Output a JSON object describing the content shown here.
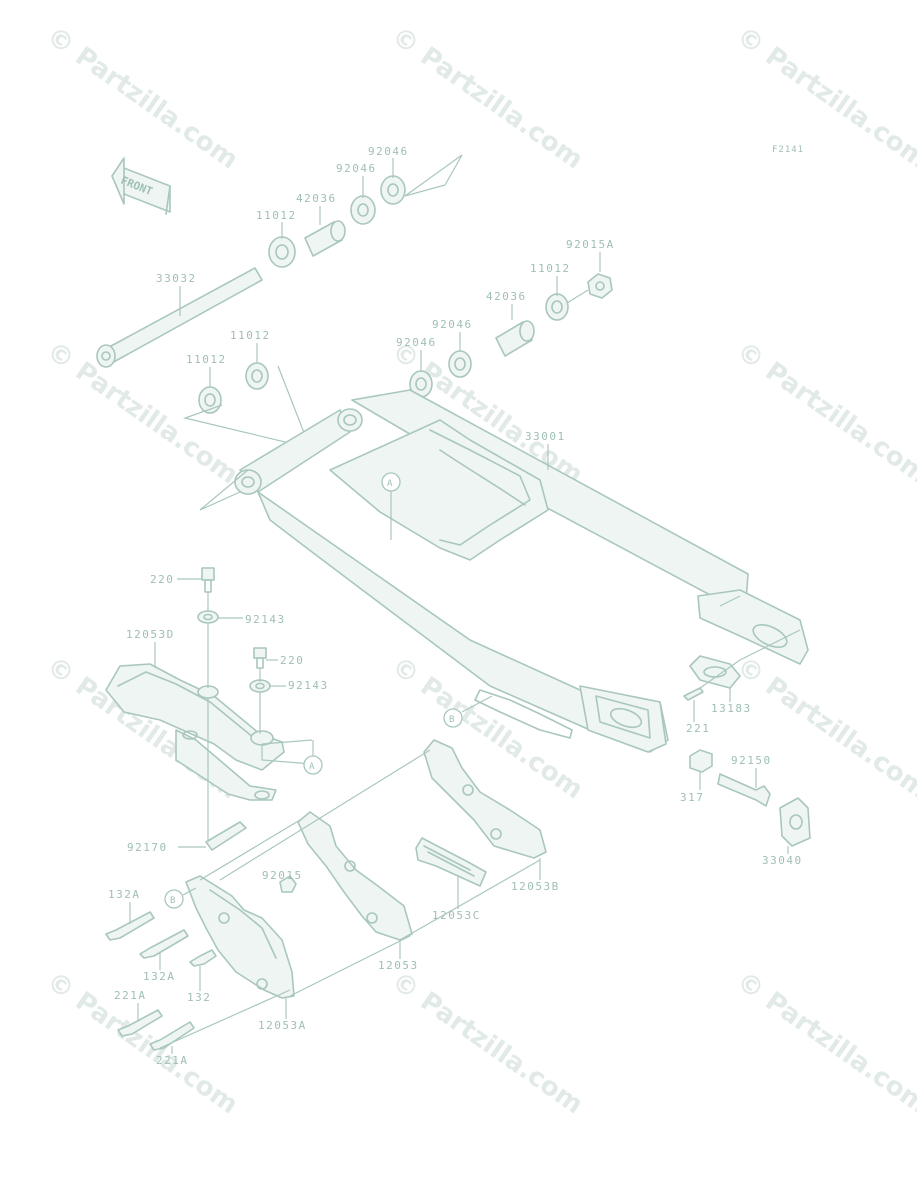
{
  "diagram_code": "F2141",
  "front_label": "FRONT",
  "watermark": "© Partzilla.com",
  "callouts": [
    "A",
    "A",
    "B",
    "B"
  ],
  "parts": [
    "92046",
    "92046",
    "42036",
    "11012",
    "33032",
    "92015A",
    "11012",
    "42036",
    "92046",
    "92046",
    "11012",
    "11012",
    "33001",
    "220",
    "92143",
    "12053D",
    "220",
    "92143",
    "13183",
    "221",
    "92150",
    "317",
    "33040",
    "92170",
    "12053B",
    "92015",
    "12053C",
    "132A",
    "132A",
    "132",
    "12053",
    "221A",
    "12053A",
    "221A"
  ],
  "colors": {
    "line": "#a9c7bb",
    "text": "#9fbfb2",
    "watermark": "#c9d9d3"
  }
}
